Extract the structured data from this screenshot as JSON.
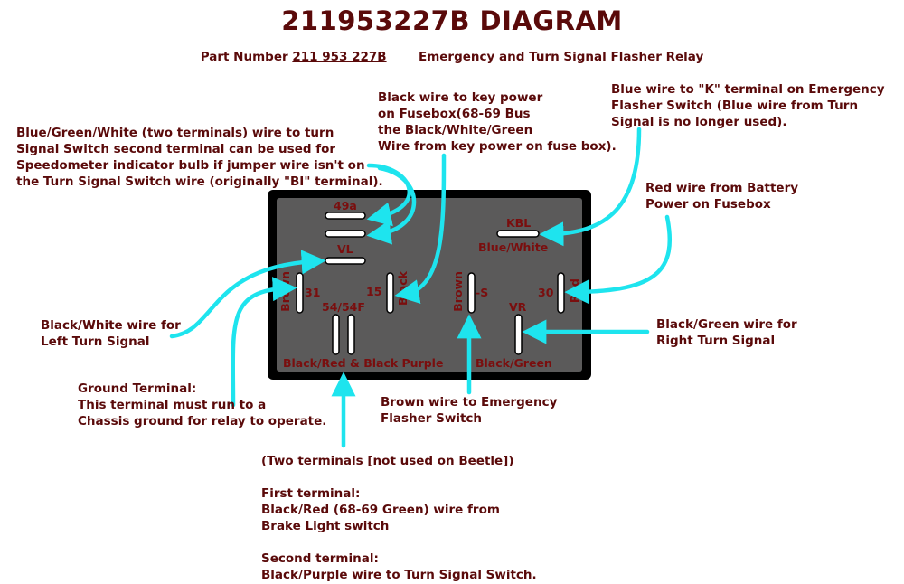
{
  "title": "211953227B DIAGRAM",
  "subtitle": {
    "prefix": "Part Number",
    "part_number": "211 953 227B",
    "description": "Emergency and Turn Signal Flasher Relay"
  },
  "colors": {
    "text": "#5a0a0a",
    "terminal_label": "#7a0e0e",
    "arrow": "#1ee4ee",
    "relay_face": "#5b5a5a",
    "relay_border": "#000000",
    "terminal": "#ffffff"
  },
  "terminals": {
    "t49a": "49a",
    "vl": "VL",
    "kbl": "KBL",
    "blue_white": "Blue/White",
    "brown_left": "Brown",
    "t31": "31",
    "t54": "54/54F",
    "t15": "15",
    "black": "Black",
    "brown_right": "Brown",
    "minus_s": "-S",
    "vr": "VR",
    "t30": "30",
    "red": "Red",
    "bottom_left": "Black/Red & Black Purple",
    "bottom_right": "Black/Green"
  },
  "notes": {
    "blue_green_white": [
      "Blue/Green/White (two terminals) wire to turn",
      "Signal Switch second terminal can be used for",
      "Speedometer indicator bulb if jumper wire isn't on",
      "the Turn Signal Switch wire (originally \"BI\" terminal)."
    ],
    "black_key": [
      "Black wire to key power",
      "on Fusebox(68-69 Bus",
      "the Black/White/Green",
      "Wire from key power on fuse box)."
    ],
    "blue_k": [
      "Blue wire to \"K\" terminal on Emergency",
      "Flasher Switch (Blue wire from Turn",
      "Signal is no longer used)."
    ],
    "red_battery": [
      "Red wire from Battery",
      "Power on Fusebox"
    ],
    "black_white_left": [
      "Black/White wire for",
      "Left Turn Signal"
    ],
    "black_green_right": [
      "Black/Green wire for",
      "Right Turn Signal"
    ],
    "ground": [
      "Ground Terminal:",
      "This terminal must run to a",
      "Chassis ground for relay to operate."
    ],
    "brown_flasher": [
      "Brown wire to Emergency",
      "Flasher Switch"
    ],
    "two_terminals": {
      "heading": "(Two terminals [not used on Beetle])",
      "first_title": "First terminal:",
      "first_lines": [
        "Black/Red (68-69 Green) wire from",
        "Brake Light switch"
      ],
      "second_title": "Second terminal:",
      "second_lines": [
        "Black/Purple wire to Turn Signal Switch."
      ]
    }
  }
}
